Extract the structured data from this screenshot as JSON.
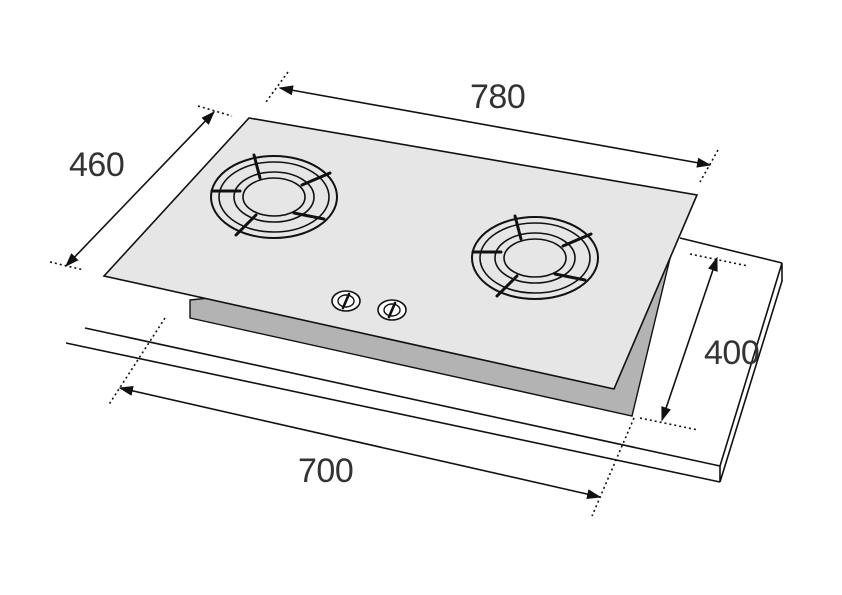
{
  "colors": {
    "hob_surface": "#e6e6e6",
    "cutout": "#b3b3b3",
    "countertop": "#ffffff",
    "line": "#111111",
    "label": "#333333"
  },
  "icons": {
    "burner": "gas-burner-icon",
    "knob": "control-knob-icon",
    "arrow": "dimension-arrow-icon"
  },
  "dimensions": {
    "hob_width": "780",
    "hob_depth": "460",
    "cutout_depth": "400",
    "cutout_width": "700"
  }
}
